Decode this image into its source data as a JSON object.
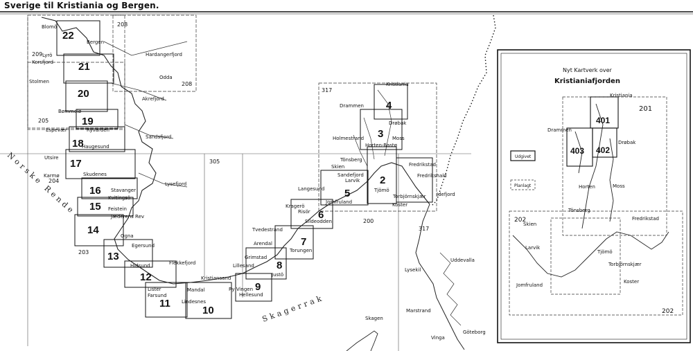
{
  "title": "Sverige til Kristiania og Bergen.",
  "sea_labels": {
    "skagerrak": "Skagerrak",
    "norske_rende": "Norske Rende"
  },
  "sheet_numbers": {
    "s2": "2",
    "s3": "3",
    "s4": "4",
    "s5": "5",
    "s6": "6",
    "s7": "7",
    "s8": "8",
    "s9": "9",
    "s10": "10",
    "s11": "11",
    "s12": "12",
    "s13": "13",
    "s14": "14",
    "s15": "15",
    "s16": "16",
    "s17": "17",
    "s18": "18",
    "s19": "19",
    "s20": "20",
    "s21": "21",
    "s22": "22"
  },
  "index_numbers": {
    "n317a": "317",
    "n317b": "317",
    "n305": "305",
    "n200": "200",
    "n203": "203",
    "n204": "204",
    "n205": "205",
    "n208a": "208",
    "n208b": "208",
    "n209": "209"
  },
  "places": {
    "kristiania": "Kristiania",
    "drammen": "Drammen",
    "drobak": "Drøbak",
    "holmestrand": "Holmestrand",
    "moss": "Moss",
    "horten": "Horten-Bastø",
    "tonsberg": "Tönsberg",
    "skien": "Skien",
    "sandefjord": "Sandefjord",
    "larvik": "Larvik",
    "fredrikstad": "Fredrikstad",
    "fredrikshald": "Fredrikshald",
    "idefjord": "Idefjord",
    "tjome": "Tjömö",
    "torbjorn": "Torbjörnskjær",
    "koster": "Koster",
    "langesund": "Langesund",
    "jomfruland": "Jomfruland",
    "kragero": "Kragerö",
    "riso": "Risör",
    "sildeodden": "Sildeodden",
    "tvedestrand": "Tvedestrand",
    "arendal": "Arendal",
    "torungen": "Torungen",
    "grimstad": "Grimstad",
    "lillesand": "Lillesand",
    "kristiansand": "Kristiansand",
    "justo": "Justö",
    "mandal": "Mandal",
    "ryvingen": "Ry Vingen",
    "hellesund": "Hellesund",
    "lindesnes": "Lindesnes",
    "farsund": "Farsund",
    "lister": "Lister",
    "flekkefjord": "Flekkefjord",
    "hidsund": "Hidsund",
    "egersund": "Egersund",
    "ogna": "Ogna",
    "jaederens_rev": "Jæderens Rev",
    "feistein": "Feistein",
    "stavanger": "Stavanger",
    "kvitingso": "Kvitingsö",
    "lysefjord": "Lysefjord",
    "karmo": "Karmø",
    "skudenes": "Skudenes",
    "utsire": "Utsire",
    "haugesund": "Haugesund",
    "sandsfjord": "Sandsfjord",
    "ryvarden": "Ryvarden",
    "espevaer": "Espevær",
    "bommelo": "Bømmelø",
    "akrefjord": "Akrefjord",
    "stolmen": "Stolmen",
    "korsfjord": "Korsfjord",
    "lyro": "Lyrö",
    "bergen": "Bergen",
    "blomo": "Blomö",
    "hardangerfjord": "Hardangerfjord",
    "odda": "Odda",
    "uddevalla": "Uddevalla",
    "lysekil": "Lysekil",
    "marstrand": "Marstrand",
    "vinga": "Vinga",
    "goteborg": "Göteborg",
    "skagen": "Skagen"
  },
  "inset": {
    "title": "Nyt Kartverk over",
    "subtitle": "Kristianiafjorden",
    "legend_published": "Udgivet",
    "legend_planned": "Planlagt",
    "kristiania": "Kristiania",
    "drammen": "Drammen",
    "drobak": "Drøbak",
    "horten": "Horten",
    "moss": "Moss",
    "tonsberg": "Tönsberg",
    "fredrikstad": "Fredrikstad",
    "skien": "Skien",
    "larvik": "Larvik",
    "tjome": "Tjömö",
    "torbjorn": "Torbjörnskjær",
    "koster": "Koster",
    "jomfruland": "Jomfruland",
    "n201": "201",
    "n202a": "202",
    "n202b": "202",
    "n401": "401",
    "n402": "402",
    "n403": "403"
  }
}
